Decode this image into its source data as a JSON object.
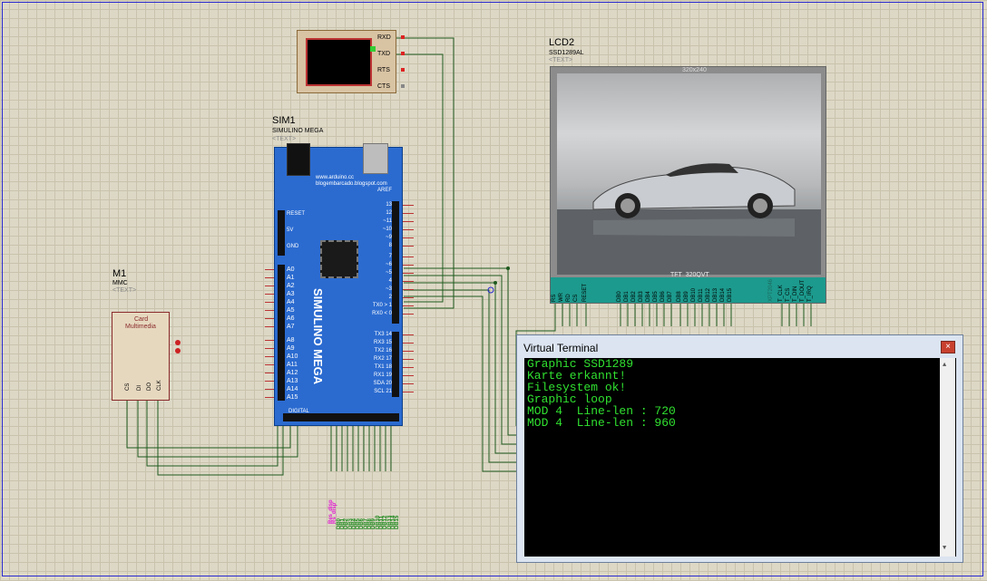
{
  "uart": {
    "pins": [
      "RXD",
      "TXD",
      "RTS",
      "CTS"
    ]
  },
  "sim1": {
    "ref": "SIM1",
    "value": "SIMULINO MEGA",
    "text": "<TEXT>",
    "board": {
      "url1": "www.arduino.cc",
      "url2": "blogembarcado.blogspot.com",
      "aref": "AREF",
      "name": "SIMULINO MEGA",
      "digital": "DIGITAL",
      "power_labels": [
        "RESET",
        "5V",
        "GND"
      ],
      "analog_pins": [
        "A0",
        "A1",
        "A2",
        "A3",
        "A4",
        "A5",
        "A6",
        "A7",
        "A8",
        "A9",
        "A10",
        "A11",
        "A12",
        "A13",
        "A14",
        "A15"
      ],
      "pwm_pins": [
        "13",
        "12",
        "~11",
        "~10",
        "~9",
        "8",
        "7",
        "~6",
        "~5",
        "4",
        "~3",
        "2",
        "TX0 > 1",
        "RX0 < 0"
      ],
      "comm_pins": [
        "TX3 14",
        "RX3 15",
        "TX2 16",
        "RX2 17",
        "TX1 18",
        "RX1 19",
        "SDA 20",
        "SCL 21"
      ]
    }
  },
  "m1": {
    "ref": "M1",
    "value": "MMC",
    "text": "<TEXT>",
    "card_line1": "Card",
    "card_line2": "Multimedia",
    "pins": [
      "CS",
      "DI",
      "DO",
      "CLK"
    ]
  },
  "lcd2": {
    "ref": "LCD2",
    "value": "SSD1289AL",
    "text": "<TEXT>",
    "resolution": "320x240",
    "panel": "TFT_320QVT",
    "pins": [
      "RS",
      "WR",
      "RD",
      "CS",
      "RESET",
      "DB0",
      "DB1",
      "DB2",
      "DB3",
      "DB4",
      "DB5",
      "DB6",
      "DB7",
      "DB8",
      "DB9",
      "DB10",
      "DB11",
      "DB12",
      "DB13",
      "DB14",
      "DB15",
      "T_CLK",
      "T_CS",
      "T_DIN",
      "T_DOUT",
      "T_IRQ"
    ],
    "ctrl": "XPT2046"
  },
  "bus_labels": [
    "Res_disp",
    "Rs_disp",
    "DB0",
    "DB1",
    "DB2",
    "DB3",
    "DB4",
    "DB5",
    "DB6",
    "DB7",
    "DB8",
    "DB9",
    "DB10",
    "DB11",
    "DB12",
    "DB13",
    "DB14",
    "DB15"
  ],
  "terminal": {
    "title": "Virtual Terminal",
    "lines": [
      "Graphic SSD1289",
      "Karte erkannt!",
      "Filesystem ok!",
      "Graphic loop",
      "MOD 4  Line-len : 720",
      "MOD 4  Line-len : 960"
    ]
  },
  "colors": {
    "wire": "#1e5a1e",
    "board": "#2b6bd0",
    "terminal_text": "#30e030",
    "lcd_strip": "#1c9a8d"
  }
}
